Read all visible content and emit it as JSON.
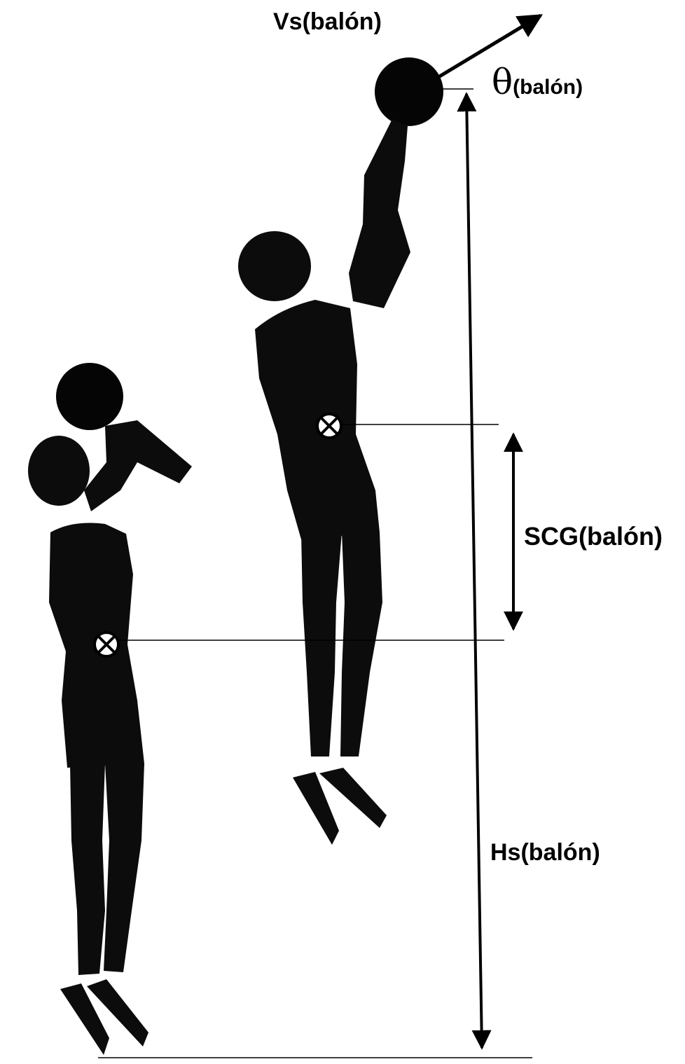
{
  "labels": {
    "release_velocity": "Vs(balón)",
    "release_angle_symbol": "θ",
    "release_angle_subscript": "(balón)",
    "center_of_gravity_displacement": "SCG(balón)",
    "release_height": "Hs(balón)"
  },
  "colors": {
    "ink": "#000000",
    "figure": "#0c0c0c",
    "ball": "#050505",
    "background": "#ffffff"
  },
  "icons": {
    "center_of_gravity_marker": "circled-times-icon"
  }
}
